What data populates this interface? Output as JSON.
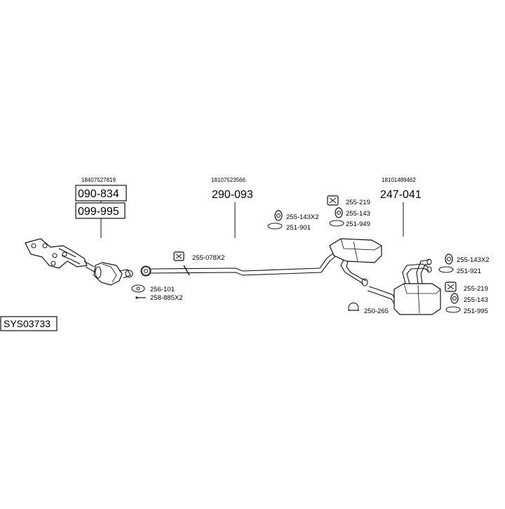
{
  "diagram": {
    "system_code": "SYS03733",
    "groups": [
      {
        "ref": "18407527819",
        "parts": [
          "090-834",
          "099-995"
        ]
      },
      {
        "ref": "18107523566",
        "parts": [
          "290-093"
        ]
      },
      {
        "ref": "18101489462",
        "parts": [
          "247-041"
        ]
      }
    ],
    "accessories": {
      "front_gasket": "256-101",
      "front_bolt": "258-885X2",
      "front_hanger": "255-078X2",
      "mid_hanger_a": "255-143X2",
      "mid_clamp_a": "251-901",
      "mid_hanger_b": "255-219",
      "mid_hanger_c": "255-143",
      "mid_clamp_b": "251-949",
      "rear_clamp": "250-265",
      "rear_hanger_a": "255-143X2",
      "rear_clamp_a": "251-921",
      "rear_hanger_b": "255-219",
      "rear_hanger_c": "255-143",
      "rear_clamp_b": "251-995"
    }
  }
}
